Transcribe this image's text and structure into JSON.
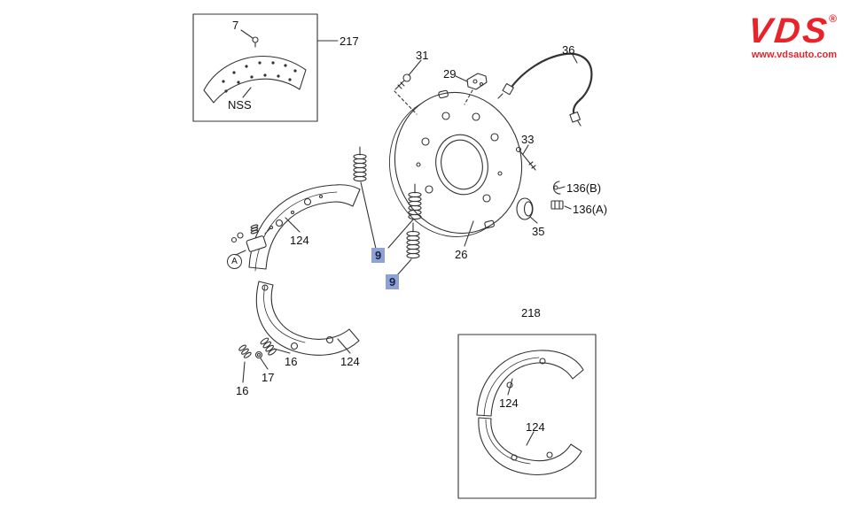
{
  "logo": {
    "name": "VDS",
    "registered": "®",
    "website": "www.vdsauto.com"
  },
  "colors": {
    "logo_red": "#e8232a",
    "highlight_bg": "#8fa2d4",
    "line_color": "#333333"
  },
  "diagram": {
    "labels": {
      "part7": "7",
      "box217": "217",
      "nss": "NSS",
      "part31": "31",
      "part29": "29",
      "part36": "36",
      "part33": "33",
      "part136b": "136(B)",
      "part136a": "136(A)",
      "part35": "35",
      "part26": "26",
      "part124_upper_shoe": "124",
      "assembly_a": "A",
      "part9_first": "9",
      "part9_second": "9",
      "part124_lower_shoe": "124",
      "part16_right": "16",
      "part17": "17",
      "part16_left": "16",
      "box218": "218",
      "part124_box_upper": "124",
      "part124_box_lower": "124"
    }
  }
}
